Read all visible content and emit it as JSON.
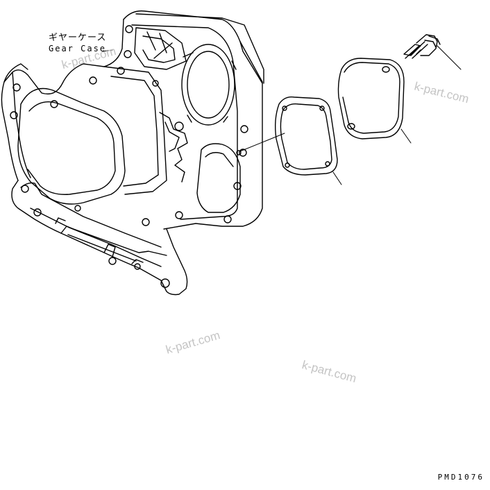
{
  "diagram": {
    "part_label_jp": "ギヤーケース",
    "part_label_en": "Gear Case",
    "drawing_number": "PMD1076",
    "watermark": "k-part.com",
    "colors": {
      "line": "#000000",
      "background": "#ffffff",
      "watermark": "#c4c4c4"
    }
  }
}
